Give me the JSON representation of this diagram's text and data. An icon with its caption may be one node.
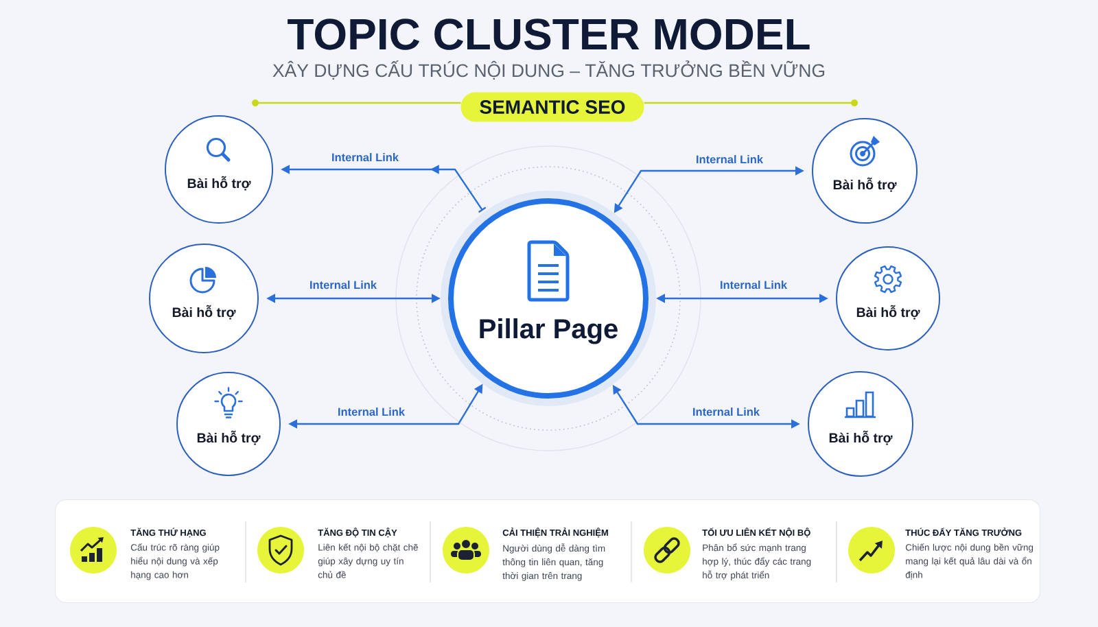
{
  "diagram": {
    "title": "TOPIC CLUSTER MODEL",
    "nodes": [
      {
        "text": [
          "SEMANTIC SEO"
        ]
      },
      {
        "text": [
          "Bài hỗ trợ"
        ]
      },
      {
        "text": [
          "Bài hỗ trợ"
        ]
      },
      {
        "text": [
          "Bài hỗ trợ"
        ]
      },
      {
        "text": [
          "Pillar Page"
        ]
      },
      {
        "text": [
          "Bài hỗ trợ"
        ]
      },
      {
        "text": [
          "Bài hỗ trợ"
        ]
      },
      {
        "text": [
          "Bài hỗ trợ"
        ]
      },
      {
        "text": [],
        "shape": "box"
      },
      {
        "text": [
          "TĂNG THỨ HẠNG",
          "Cấu trúc rõ ràng giúp hiểu nội dung và xếp hạng cao hơn"
        ],
        "in": 8
      },
      {
        "text": [
          "TĂNG ĐỘ TIN CẬY",
          "Liên kết nội bộ chặt chẽ giúp xây dựng uy tín chủ đề"
        ],
        "in": 8
      },
      {
        "text": [
          "CẢI THIỆN TRẢI NGHIỆM",
          "Người dùng dễ dàng tìm thông tin liên quan, tăng thời gian trên trang"
        ],
        "in": 8
      },
      {
        "text": [
          "TỐI ƯU LIÊN KẾT NỘI BỘ",
          "Phân bổ sức mạnh trang hợp lý, thúc đẩy các trang hỗ trợ phát triển"
        ],
        "in": 8
      },
      {
        "text": [
          "THÚC ĐẨY TĂNG TRƯỞNG",
          "Chiến lược nội dung bền vững mang lại kết quả lâu dài và ổn định"
        ],
        "in": 8
      }
    ],
    "edges": [
      {
        "from": 4,
        "to": 1,
        "arrow": "to",
        "label": "Internal Link"
      },
      {
        "from": 4,
        "to": 2,
        "arrow": "both",
        "label": "Internal Link"
      },
      {
        "from": 4,
        "to": 3,
        "arrow": "both",
        "label": "Internal Link"
      },
      {
        "from": 4,
        "to": 5,
        "arrow": "both",
        "label": "Internal Link"
      },
      {
        "from": 4,
        "to": 6,
        "arrow": "both",
        "label": "Internal Link"
      },
      {
        "from": 4,
        "to": 7,
        "arrow": "both",
        "label": "Internal Link"
      }
    ],
    "labels": [
      "XÂY DỰNG CẤU TRÚC NỘI DUNG – TĂNG TRƯỞNG BỀN VỮNG"
    ]
  }
}
